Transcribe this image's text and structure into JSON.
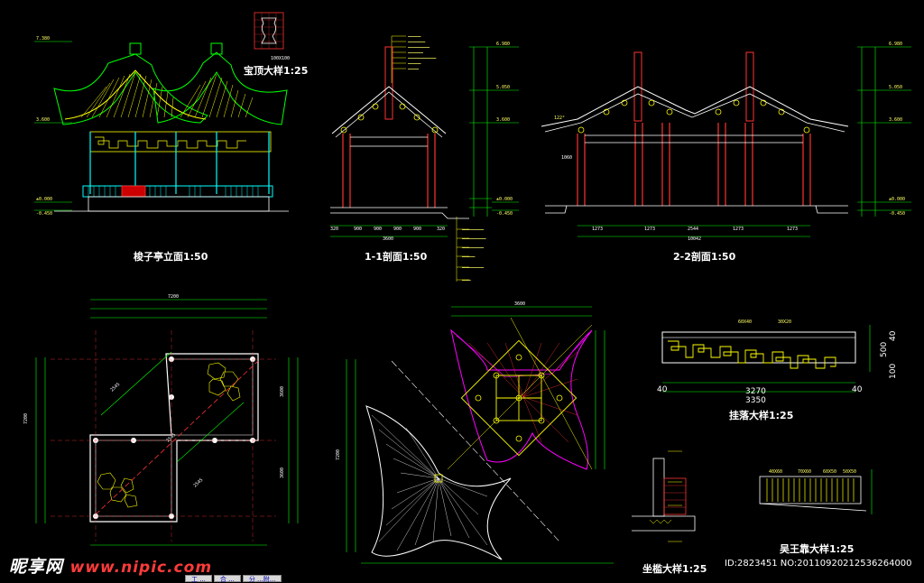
{
  "titles": {
    "elevation": "梭子亭立面1:50",
    "section11": "1-1剖面1:50",
    "section22": "2-2剖面1:50",
    "finial": "宝顶大样1:25",
    "lattice": "挂落大样1:25",
    "plinth": "坐槛大样1:25",
    "bench": "吴王靠大样1:25"
  },
  "elevation_marks": [
    "7.380",
    "3.600",
    "±0.000",
    "-0.450"
  ],
  "section11_marks": [
    "6.980",
    "5.050",
    "3.600",
    "±0.000",
    "-0.450"
  ],
  "section22_marks": [
    "6.980",
    "5.050",
    "3.600",
    "±0.000",
    "-0.450"
  ],
  "section11_dims": [
    "320",
    "900",
    "900",
    "900",
    "900",
    "320"
  ],
  "section11_total": "3600",
  "section22_dims": [
    "1273",
    "1273",
    "2544",
    "1273",
    "1273"
  ],
  "section22_total": "10042",
  "section22_side": "1060",
  "section22_angle": "122°",
  "finial_dims": "100X100",
  "plan_top": "7200",
  "plan_dims_left": [
    "2545",
    "2545",
    "2545"
  ],
  "plan_side_dims": [
    "3600",
    "3600",
    "7200"
  ],
  "roof_plan_dims": [
    "3600",
    "7200"
  ],
  "lattice_dims": [
    "60X40",
    "30X20",
    "3270",
    "3350",
    "40",
    "40",
    "500",
    "40",
    "100"
  ],
  "bench_dims": [
    "40X60",
    "70X60",
    "60X50",
    "50X50"
  ],
  "watermark": {
    "brand": "昵享网",
    "url": "www.nipic.com"
  },
  "image_id": "ID:2823451 NO:20110920212536264000",
  "tabs": [
    "工 ...",
    "合 ...",
    "分 ...附..."
  ],
  "colors": {
    "bg": "#000000",
    "line_white": "#ffffff",
    "line_yellow": "#ffff00",
    "line_green": "#00ff00",
    "line_red": "#ff3333",
    "line_cyan": "#00ffff",
    "line_magenta": "#ff00ff"
  }
}
